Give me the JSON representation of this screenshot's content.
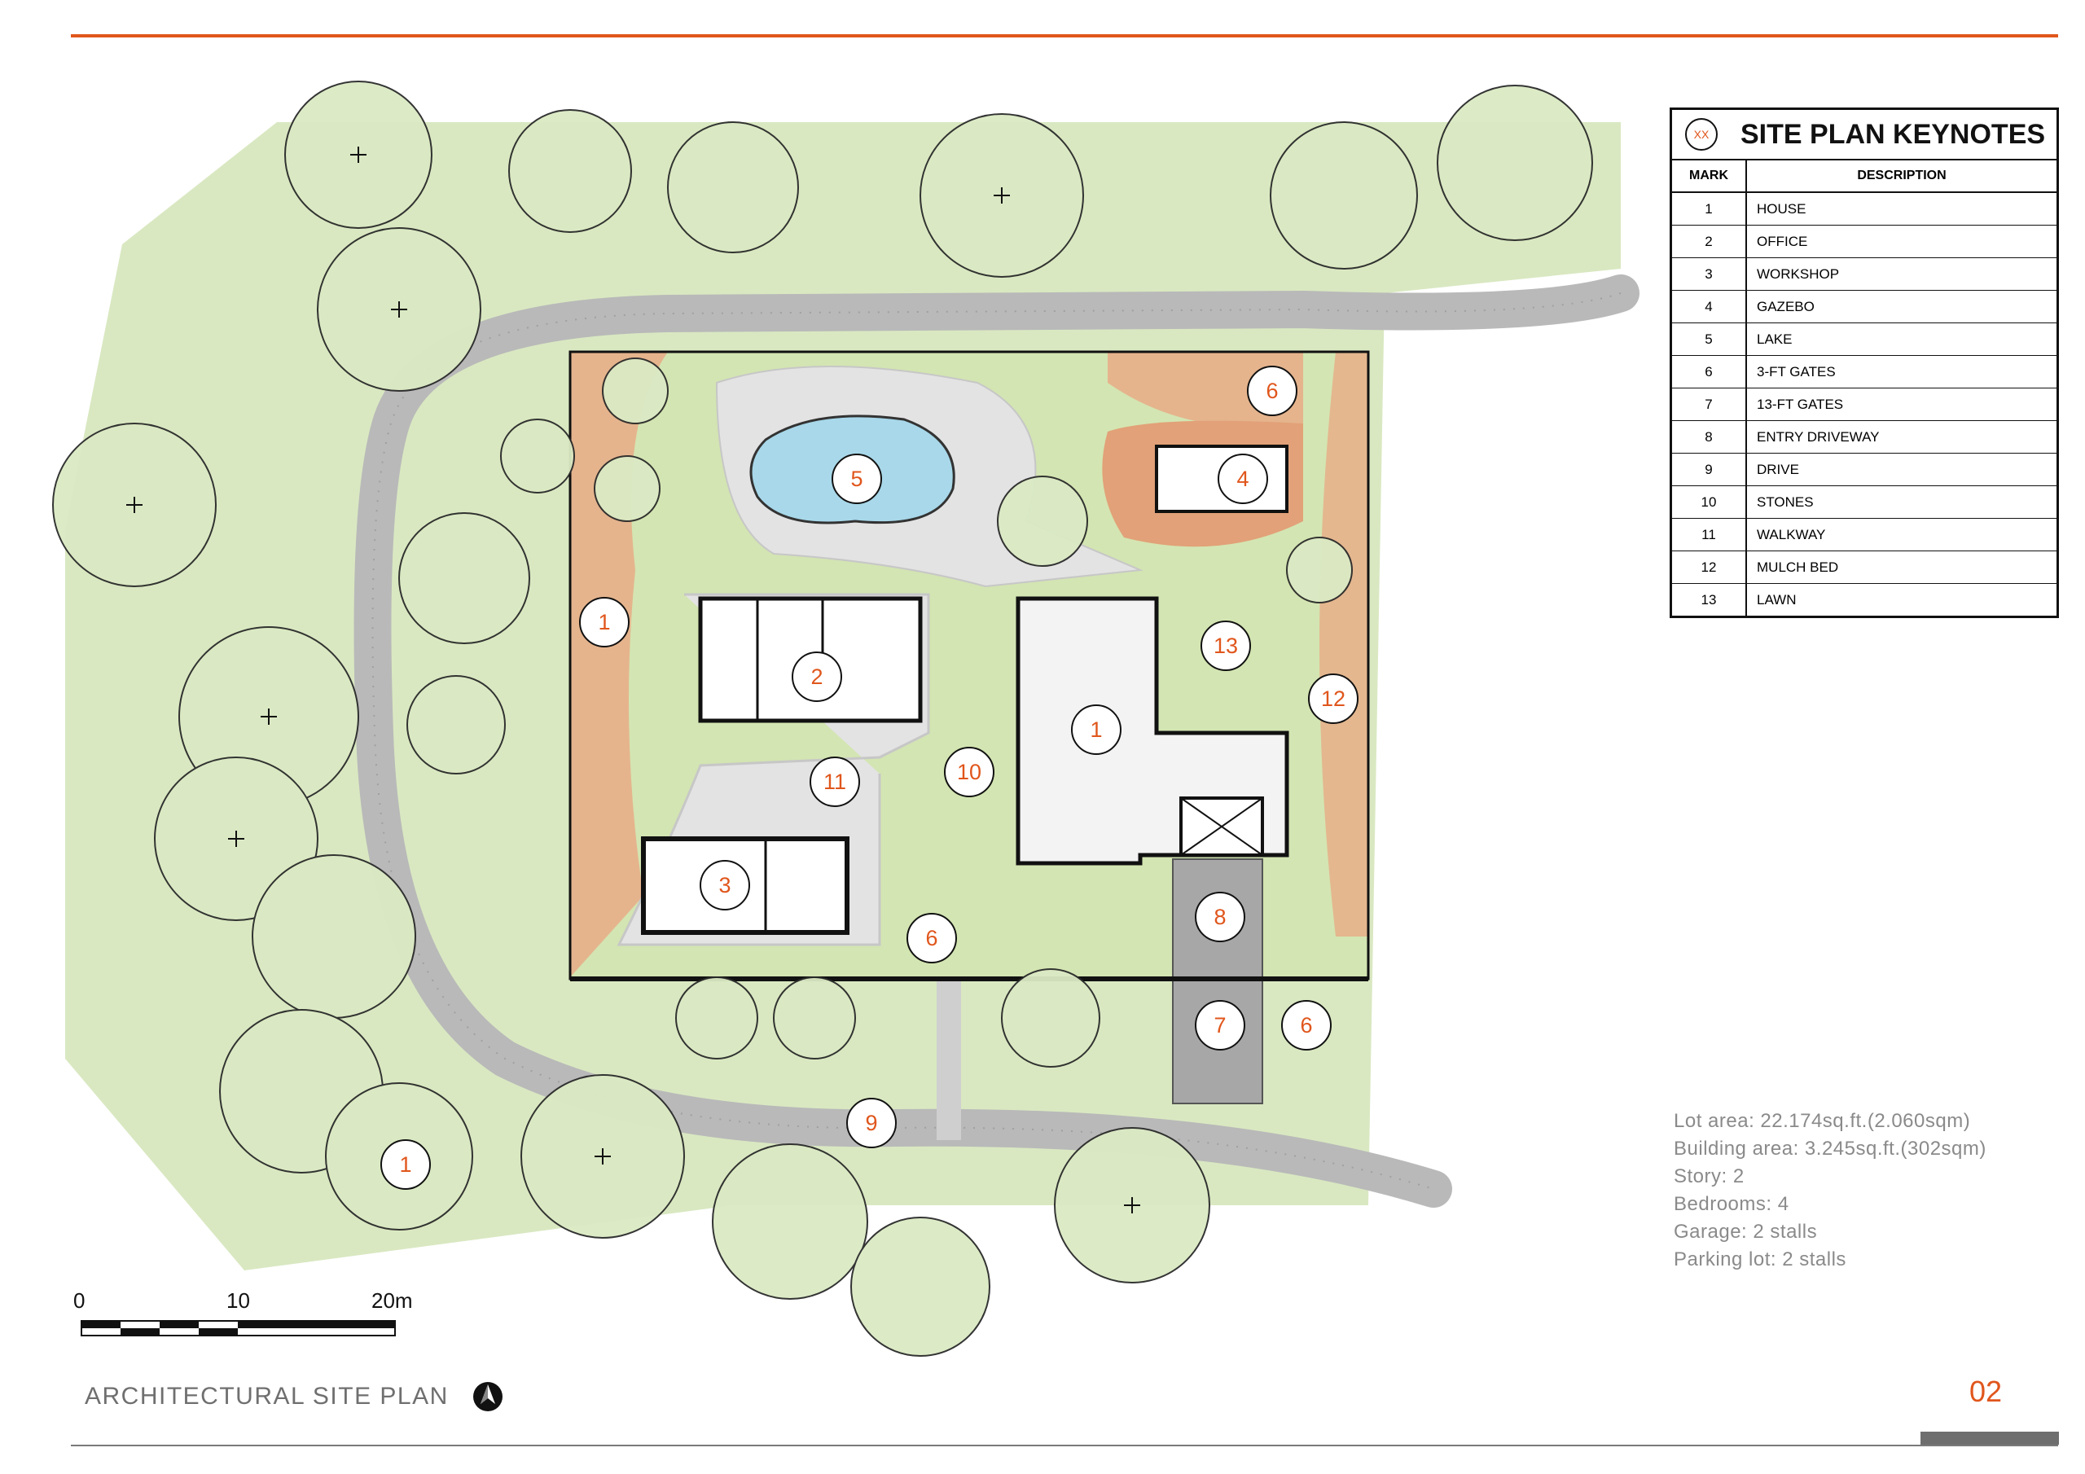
{
  "keynotes": {
    "symbol": "XX",
    "title": "SITE PLAN KEYNOTES",
    "col_mark": "MARK",
    "col_desc": "DESCRIPTION",
    "rows": [
      {
        "mark": "1",
        "desc": "HOUSE"
      },
      {
        "mark": "2",
        "desc": "OFFICE"
      },
      {
        "mark": "3",
        "desc": "WORKSHOP"
      },
      {
        "mark": "4",
        "desc": "GAZEBO"
      },
      {
        "mark": "5",
        "desc": "LAKE"
      },
      {
        "mark": "6",
        "desc": "3-FT GATES"
      },
      {
        "mark": "7",
        "desc": "13-FT GATES"
      },
      {
        "mark": "8",
        "desc": "ENTRY DRIVEWAY"
      },
      {
        "mark": "9",
        "desc": "DRIVE"
      },
      {
        "mark": "10",
        "desc": "STONES"
      },
      {
        "mark": "11",
        "desc": "WALKWAY"
      },
      {
        "mark": "12",
        "desc": "MULCH BED"
      },
      {
        "mark": "13",
        "desc": "LAWN"
      }
    ]
  },
  "stats": {
    "lot_area": "Lot area: 22.174sq.ft.(2.060sqm)",
    "building_area": "Building area: 3.245sq.ft.(302sqm)",
    "story": "Story: 2",
    "bedrooms": "Bedrooms: 4",
    "garage": "Garage: 2 stalls",
    "parking": "Parking lot: 2 stalls"
  },
  "scale_bar": {
    "label_0": "0",
    "label_10": "10",
    "label_20": "20m"
  },
  "footer": {
    "title": "ARCHITECTURAL SITE PLAN",
    "page_number": "02"
  },
  "plan_markers": [
    "5",
    "4",
    "6",
    "1",
    "2",
    "13",
    "12",
    "1",
    "11",
    "10",
    "3",
    "6",
    "8",
    "7",
    "6",
    "9",
    "1"
  ],
  "colors": {
    "accent": "#e0561c",
    "lawn": "#b8d68a",
    "mulch": "#e4a37e",
    "drive": "#b7b7b7",
    "water": "#a8d8ea"
  }
}
